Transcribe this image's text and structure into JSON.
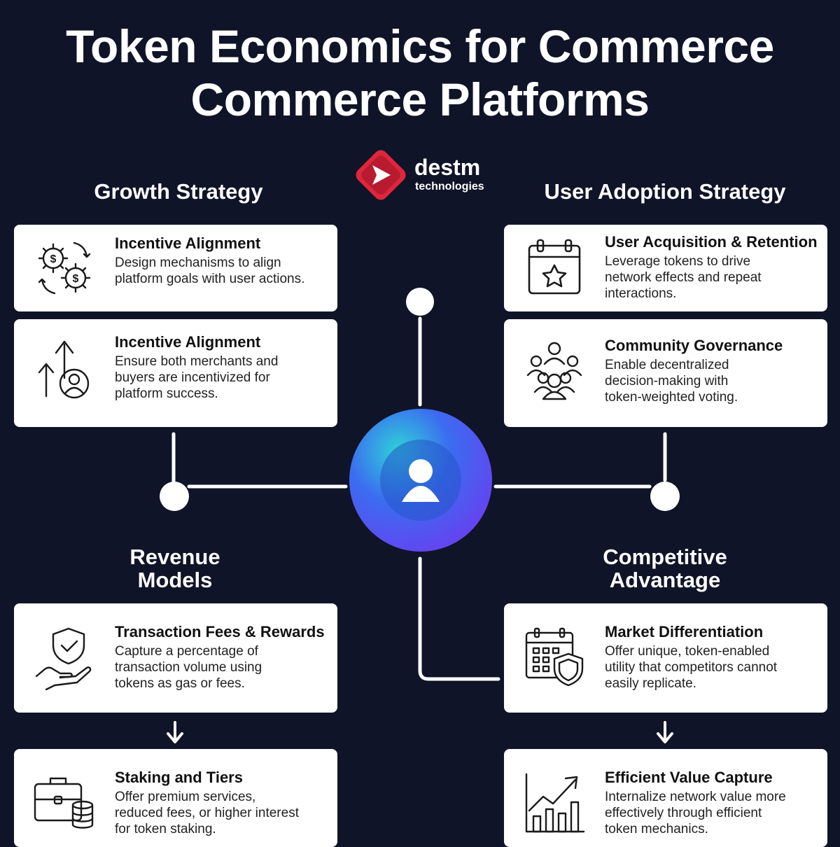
{
  "title": {
    "line1": "Token Economics for Commerce",
    "line2": "Commerce Platforms"
  },
  "logo": {
    "brand": "destm",
    "sub": "technologies",
    "colors": {
      "primary": "#e0263c",
      "dark": "#a8172a"
    }
  },
  "colors": {
    "background": "#0f1428",
    "card": "#ffffff",
    "connector": "#ffffff",
    "hub_gradient": [
      "#2ed4d6",
      "#3b6cf0",
      "#6a3ef0"
    ]
  },
  "sections": {
    "growth": {
      "title": "Growth Strategy",
      "cards": [
        {
          "icon": "gears-dollar-icon",
          "title": "Incentive Alignment",
          "desc_lines": [
            "Design mechanisms to align",
            "platform goals with user actions."
          ]
        },
        {
          "icon": "user-growth-arrows-icon",
          "title": "Incentive Alignment",
          "desc_lines": [
            "Ensure both merchants and",
            "buyers are incentivized for",
            "platform success."
          ]
        }
      ]
    },
    "adoption": {
      "title": "User Adoption Strategy",
      "cards": [
        {
          "icon": "calendar-star-icon",
          "title": "User Acquisition & Retention",
          "desc_lines": [
            "Leverage tokens to drive",
            "network effects and repeat",
            "interactions."
          ]
        },
        {
          "icon": "community-group-icon",
          "title": "Community Governance",
          "desc_lines": [
            "Enable decentralized",
            "decision-making with",
            "token-weighted voting."
          ]
        }
      ]
    },
    "revenue": {
      "title_lines": [
        "Revenue",
        "Models"
      ],
      "cards": [
        {
          "icon": "hand-shield-icon",
          "title": "Transaction Fees & Rewards",
          "desc_lines": [
            "Capture a percentage of",
            "transaction volume using",
            "tokens as gas or fees."
          ]
        },
        {
          "icon": "briefcase-coins-icon",
          "title": "Staking and Tiers",
          "desc_lines": [
            "Offer premium services,",
            "reduced fees, or higher interest",
            "for token staking."
          ]
        }
      ]
    },
    "competitive": {
      "title_lines": [
        "Competitive",
        "Advantage"
      ],
      "cards": [
        {
          "icon": "calendar-shield-icon",
          "title": "Market Differentiation",
          "desc_lines": [
            "Offer unique, token-enabled",
            "utility that competitors cannot",
            "easily replicate."
          ]
        },
        {
          "icon": "growth-chart-icon",
          "title": "Efficient Value Capture",
          "desc_lines": [
            "Internalize network value more",
            "effectively through efficient",
            "token mechanics."
          ]
        }
      ]
    }
  },
  "hub": {
    "icon": "user-icon"
  },
  "arrows": [
    "down-arrow-icon",
    "down-arrow-icon"
  ]
}
